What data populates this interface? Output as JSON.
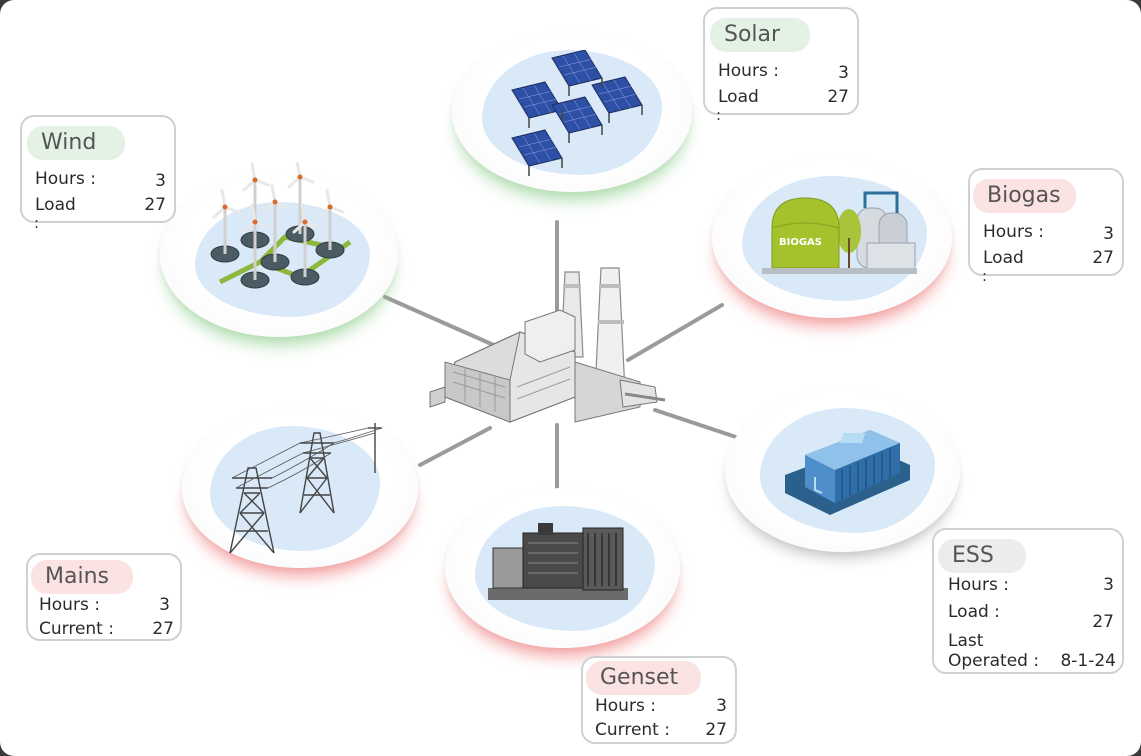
{
  "sources": {
    "solar": {
      "title": "Solar",
      "hours_label": "Hours :",
      "hours_value": "3",
      "load_label": "Load",
      "load_value": "27",
      "overflow_colon": ":",
      "status_color": "#e3f2e4",
      "icon": "solar-panel-icon"
    },
    "wind": {
      "title": "Wind",
      "hours_label": "Hours :",
      "hours_value": "3",
      "load_label": "Load",
      "load_value": "27",
      "overflow_colon": ":",
      "status_color": "#e3f2e4",
      "icon": "wind-turbine-icon"
    },
    "biogas": {
      "title": "Biogas",
      "hours_label": "Hours :",
      "hours_value": "3",
      "load_label": "Load",
      "load_value": "27",
      "overflow_colon": ":",
      "plant_sign": "BIOGAS",
      "status_color": "#fbe3e3",
      "icon": "biogas-plant-icon"
    },
    "ess": {
      "title": "ESS",
      "hours_label": "Hours :",
      "hours_value": "3",
      "load_label": "Load :",
      "load_value": "27",
      "last_label": "Last",
      "operated_label": "Operated :",
      "last_operated_value": "8-1-24",
      "status_color": "#ececec",
      "icon": "battery-storage-icon"
    },
    "genset": {
      "title": "Genset",
      "hours_label": "Hours :",
      "hours_value": "3",
      "current_label": "Current :",
      "current_value": "27",
      "status_color": "#fbe3e3",
      "icon": "generator-icon"
    },
    "mains": {
      "title": "Mains",
      "hours_label": "Hours :",
      "hours_value": "3",
      "current_label": "Current :",
      "current_value": "27",
      "status_color": "#fbe3e3",
      "icon": "transmission-tower-icon"
    }
  },
  "hub": {
    "icon": "power-plant-icon"
  }
}
